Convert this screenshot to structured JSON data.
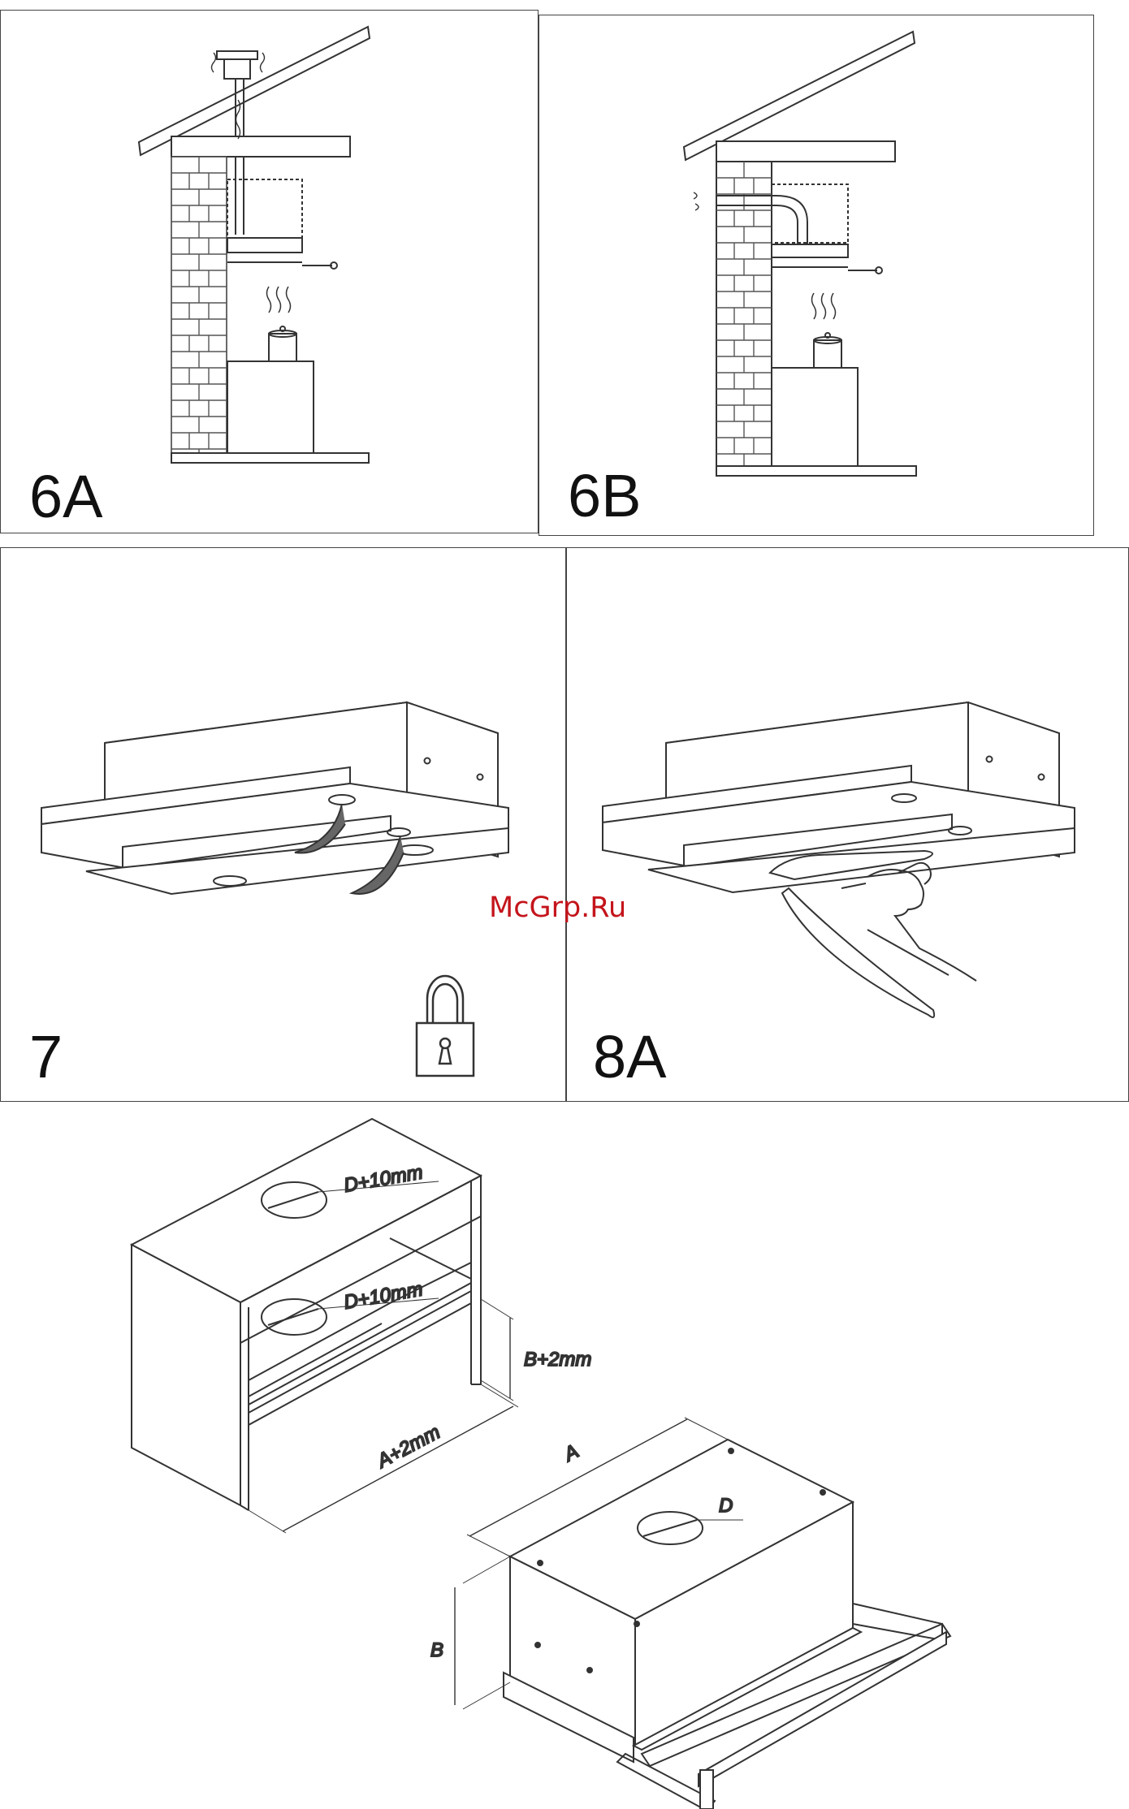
{
  "panels": {
    "p6a": {
      "label": "6A"
    },
    "p6b": {
      "label": "6B"
    },
    "p7": {
      "label": "7"
    },
    "p8a": {
      "label": "8A"
    }
  },
  "watermark": "McGrp.Ru",
  "dimensions": {
    "cab_top_hole": "D+10mm",
    "cab_mid_hole": "D+10mm",
    "cab_height": "B+2mm",
    "cab_width": "A+2mm",
    "hood_width": "A",
    "hood_hole": "D",
    "hood_height": "B"
  },
  "icons": [
    "lock-icon",
    "pot-icon",
    "hand-icon",
    "screwdriver-icon"
  ]
}
